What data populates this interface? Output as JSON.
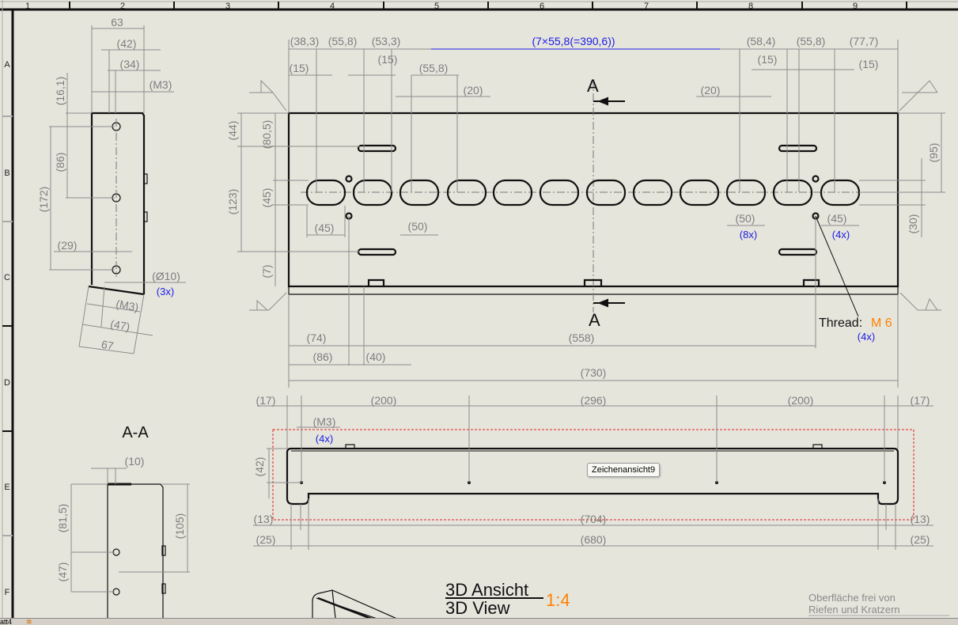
{
  "zones": {
    "cols": [
      "1",
      "2",
      "3",
      "4",
      "5",
      "6",
      "7",
      "8",
      "9"
    ],
    "rows": [
      "A",
      "B",
      "C",
      "D",
      "E",
      "F"
    ]
  },
  "top_view": {
    "dims_top": [
      "(38,3)",
      "(55,8)",
      "(53,3)",
      "(7×55,8(=390,6))",
      "(58,4)",
      "(55,8)",
      "(77,7)"
    ],
    "dims_row2": [
      "(15)",
      "(15)",
      "(55,8)",
      "(20)",
      "(20)",
      "(15)",
      "(15)"
    ],
    "section_marks": [
      "A",
      "A"
    ],
    "dims_vertical": [
      "(44)",
      "(80,5)",
      "(123)",
      "(45)",
      "(7)",
      "(95)",
      "(30)"
    ],
    "dims_slots": [
      "(45)",
      "(50)",
      "(50)",
      "(8x)",
      "(45)",
      "(4x)"
    ],
    "thread": {
      "label": "Thread:",
      "value": "M 6",
      "count": "(4x)"
    },
    "dims_bottom": [
      "(74)",
      "(558)",
      "(86)",
      "(40)",
      "(730)"
    ]
  },
  "side_view": {
    "dims": [
      "63",
      "(42)",
      "(34)",
      "(M3)",
      "(16,1)",
      "(86)",
      "(172)",
      "(29)",
      "(Ø10)",
      "(3x)",
      "(M3)",
      "(47)",
      "67"
    ]
  },
  "section_view": {
    "title": "A-A",
    "dims": [
      "(10)",
      "(81,5)",
      "(105)",
      "(47)"
    ]
  },
  "front_view": {
    "dims_top": [
      "(17)",
      "(200)",
      "(296)",
      "(200)",
      "(17)"
    ],
    "hole": "(M3)",
    "hole_count": "(4x)",
    "height": "(42)",
    "dims_bottom": [
      "(13)",
      "(704)",
      "(13)",
      "(25)",
      "(680)",
      "(25)"
    ],
    "tooltip": "Zeichenansicht9"
  },
  "view_3d": {
    "title_de": "3D Ansicht",
    "title_en": "3D View",
    "scale": "1:4"
  },
  "note": {
    "line1": "Oberfläche frei von",
    "line2": "Riefen und Kratzern"
  },
  "sheet_tab": "att4",
  "colors": {
    "background": "#e6e5dc",
    "dimension": "#7d7d7d",
    "accent_orange": "#ff8000",
    "blue": "#1a1ae6",
    "red_frame": "#e02020"
  }
}
